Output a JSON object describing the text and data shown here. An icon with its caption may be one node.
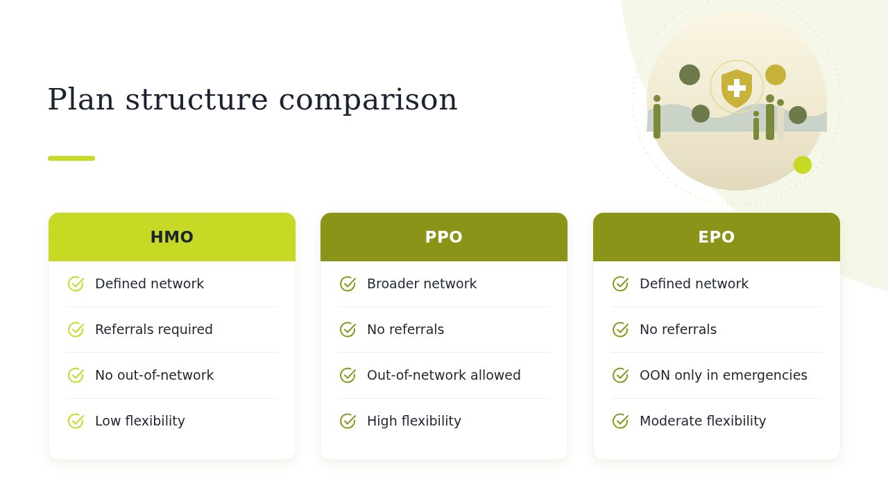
{
  "diagram": {
    "title": "Plan structure comparison",
    "nodes": [
      {
        "text": [
          "HMO",
          "Defined network",
          "Referrals required",
          "No out-of-network",
          "Low flexibility"
        ]
      },
      {
        "text": [
          "PPO",
          "Broader network",
          "No referrals",
          "Out-of-network allowed",
          "High flexibility"
        ]
      },
      {
        "text": [
          "EPO",
          "Defined network",
          "No referrals",
          "OON only in emergencies",
          "Moderate flexibility"
        ]
      }
    ]
  }
}
